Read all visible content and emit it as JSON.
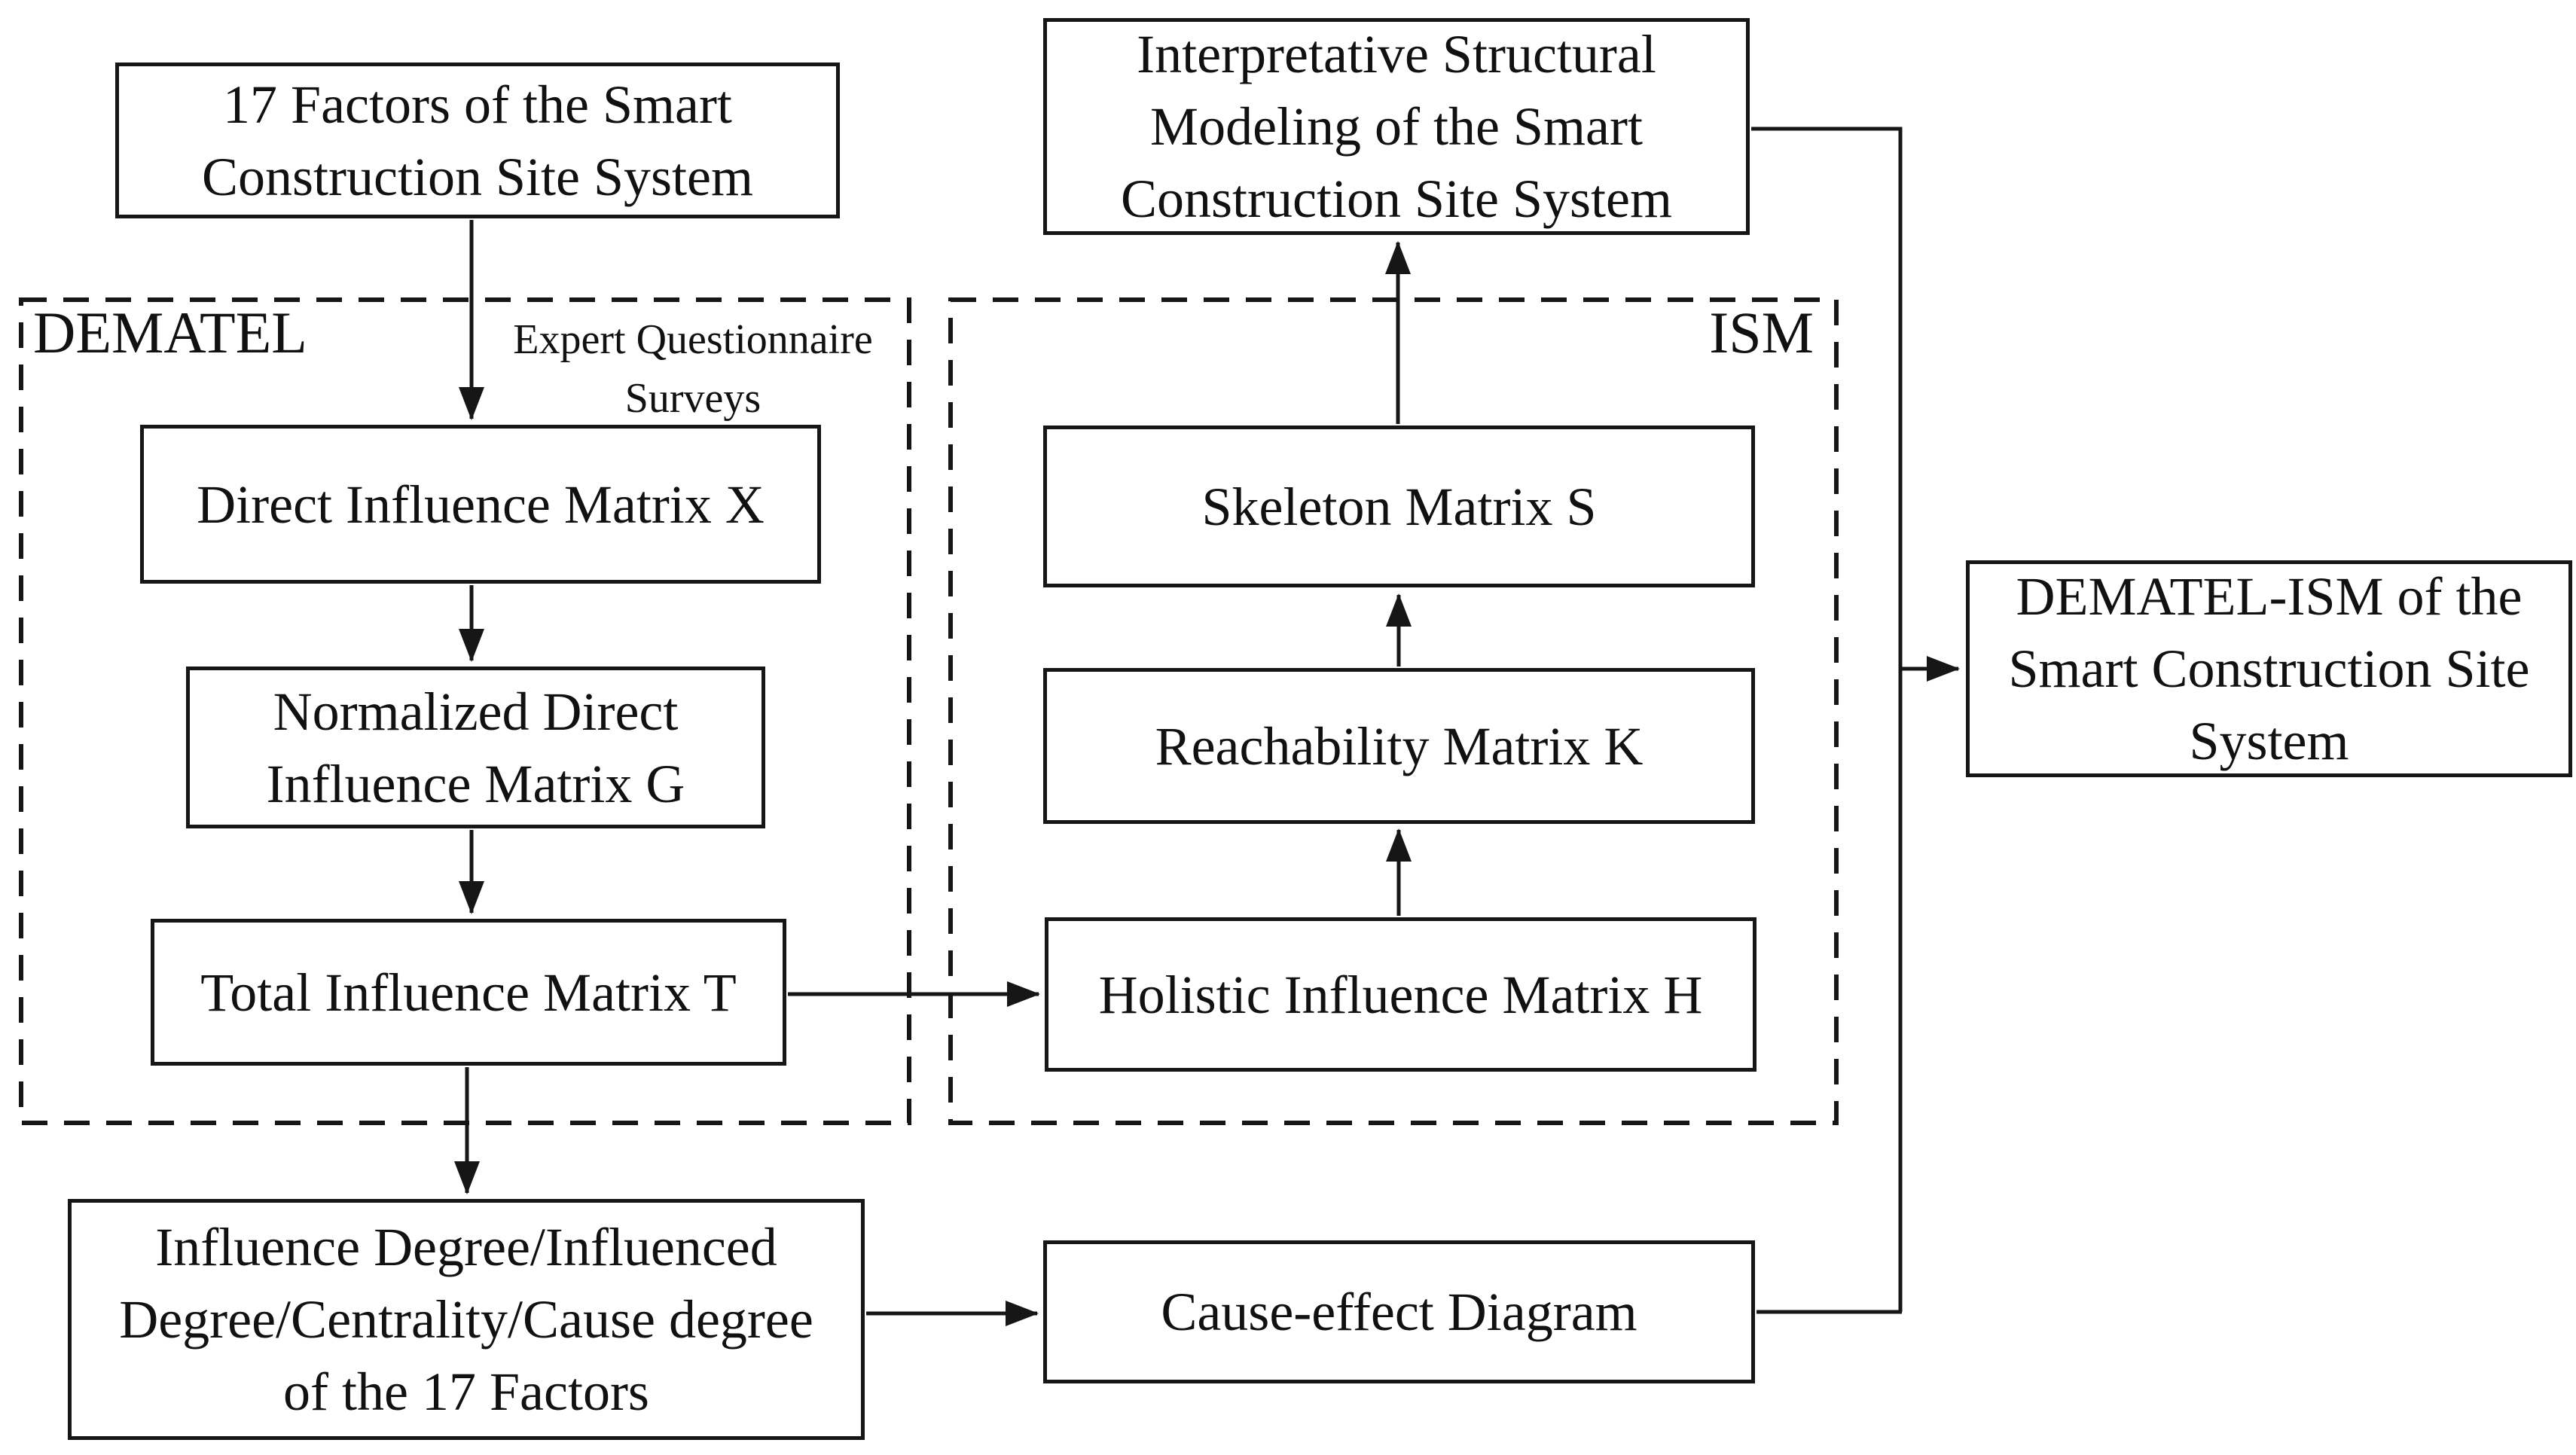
{
  "diagram": {
    "title": "DEMATEL-ISM flowchart of the Smart Construction Site System",
    "colors": {
      "line": "#161616",
      "text": "#111111",
      "background": "#ffffff"
    },
    "groups": {
      "dematel": {
        "label": "DEMATEL"
      },
      "ism": {
        "label": "ISM"
      }
    },
    "annotations": {
      "expert_note": {
        "lines": [
          "Expert Questionnaire",
          "Surveys"
        ]
      }
    },
    "nodes": {
      "factors": {
        "lines": [
          "17 Factors of the Smart",
          "Construction Site System"
        ]
      },
      "direct": {
        "lines": [
          "Direct Influence Matrix X"
        ]
      },
      "normalized": {
        "lines": [
          "Normalized Direct",
          "Influence Matrix G"
        ]
      },
      "total": {
        "lines": [
          "Total Influence Matrix T"
        ]
      },
      "degrees": {
        "lines": [
          "Influence Degree/Influenced",
          "Degree/Centrality/Cause degree",
          "of the 17 Factors"
        ]
      },
      "ism_model": {
        "lines": [
          "Interpretative Structural",
          "Modeling of the Smart",
          "Construction Site System"
        ]
      },
      "skeleton": {
        "lines": [
          "Skeleton Matrix S"
        ]
      },
      "reachability": {
        "lines": [
          "Reachability Matrix K"
        ]
      },
      "holistic": {
        "lines": [
          "Holistic Influence Matrix H"
        ]
      },
      "cause_effect": {
        "lines": [
          "Cause-effect Diagram"
        ]
      },
      "dematel_ism": {
        "lines": [
          "DEMATEL-ISM of the",
          "Smart Construction Site",
          "System"
        ]
      }
    },
    "edges": [
      {
        "from": "factors",
        "to": "direct",
        "note": "Expert Questionnaire Surveys"
      },
      {
        "from": "direct",
        "to": "normalized"
      },
      {
        "from": "normalized",
        "to": "total"
      },
      {
        "from": "total",
        "to": "degrees"
      },
      {
        "from": "total",
        "to": "holistic"
      },
      {
        "from": "holistic",
        "to": "reachability"
      },
      {
        "from": "reachability",
        "to": "skeleton"
      },
      {
        "from": "skeleton",
        "to": "ism_model"
      },
      {
        "from": "degrees",
        "to": "cause_effect"
      },
      {
        "from": "ism_model",
        "to": "dematel_ism"
      },
      {
        "from": "cause_effect",
        "to": "dematel_ism"
      }
    ]
  }
}
